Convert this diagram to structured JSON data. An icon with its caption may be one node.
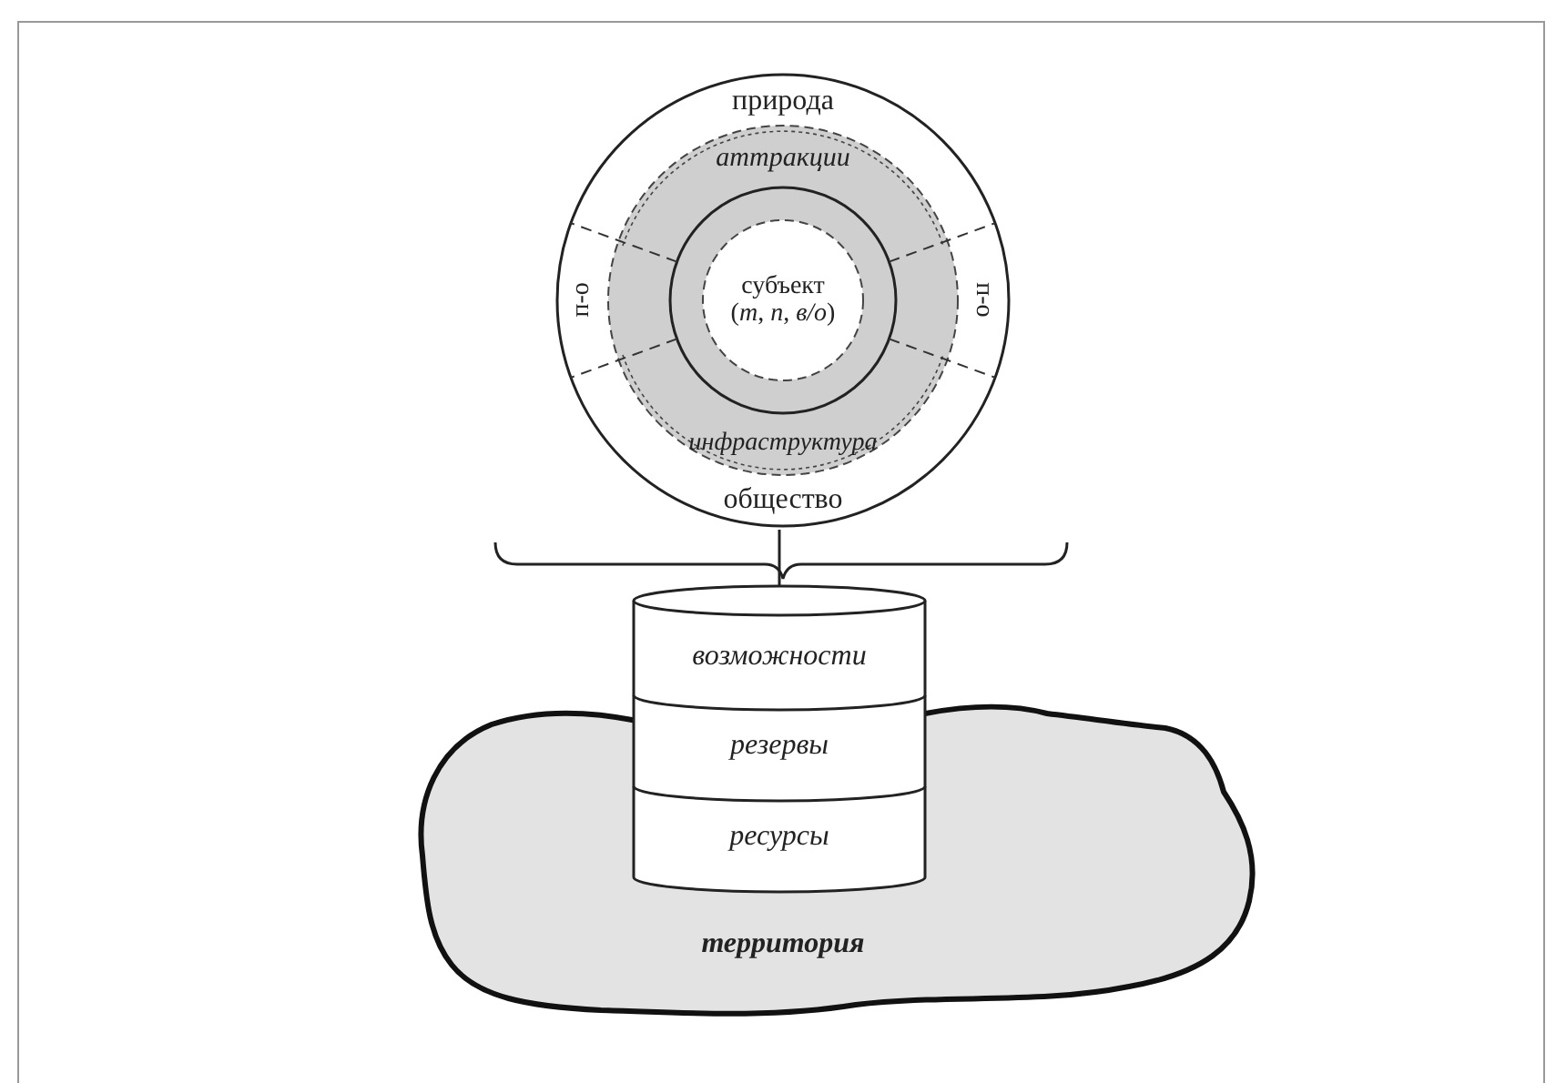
{
  "diagram": {
    "nodes": [
      {
        "text": [],
        "shape": "circle"
      },
      {
        "text": [
          "природа"
        ],
        "in": 0
      },
      {
        "text": [
          "п-о"
        ],
        "in": 0
      },
      {
        "text": [
          "аттракции"
        ],
        "in": 0
      },
      {
        "text": [
          "субъект",
          "(*т*, *п*, *в/о*)"
        ],
        "in": 0
      },
      {
        "text": [
          "п-о"
        ],
        "in": 0
      },
      {
        "text": [
          "инфраструктура"
        ],
        "in": 0
      },
      {
        "text": [
          "общество"
        ],
        "in": 0
      },
      {
        "text": [
          "возможности"
        ]
      },
      {
        "text": [
          "резервы"
        ]
      },
      {
        "text": [
          "ресурсы"
        ]
      },
      {
        "text": [
          "территория"
        ]
      }
    ],
    "edges": [
      {
        "from": 0,
        "to": 8,
        "arrow": "none"
      }
    ]
  }
}
